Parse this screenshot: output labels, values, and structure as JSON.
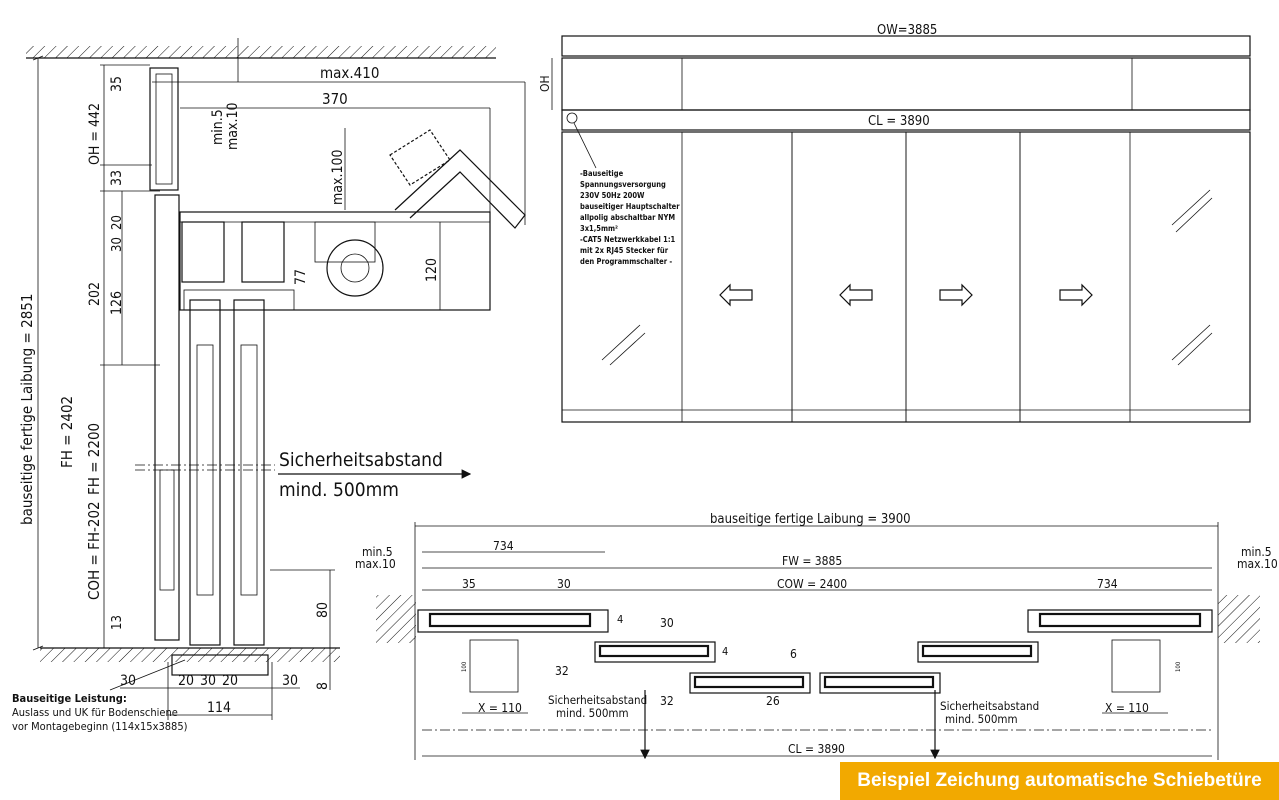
{
  "section": {
    "max410": "max.410",
    "d370": "370",
    "min5": "min.5",
    "max10": "max.10",
    "max100": "max.100",
    "d35": "35",
    "oh442": "OH = 442",
    "d33": "33",
    "d20": "20",
    "d30": "30",
    "d202": "202",
    "d126": "126",
    "d77": "77",
    "d120": "120",
    "laibung": "bauseitige fertige Laibung = 2851",
    "fh": "FH = 2402",
    "fh2200": "FH = 2200",
    "coh": "COH = FH-202",
    "d80": "80",
    "d13": "13",
    "d8": "8",
    "bottom_dims": [
      "30",
      "20",
      "30",
      "20",
      "30"
    ],
    "d114": "114",
    "safety_1": "Sicherheitsabstand",
    "safety_2": "mind. 500mm",
    "leistung": [
      "Bauseitige Leistung:",
      "Auslass und UK für Bodenschiene",
      "vor Montagebeginn (114x15x3885)"
    ]
  },
  "elevation": {
    "ow": "OW=3885",
    "oh": "OH",
    "cl": "CL = 3890",
    "power_note": [
      "-Bauseitige",
      "Spannungsversorgung",
      "230V 50Hz 200W",
      "bauseitiger Hauptschalter",
      "allpolig abschaltbar NYM",
      "3x1,5mm²",
      "-CAT5 Netzwerkkabel 1:1",
      "mit 2x RJ45 Stecker für",
      "den Programmschalter -"
    ]
  },
  "plan": {
    "laibung": "bauseitige fertige Laibung = 3900",
    "min5_l": "min.5",
    "max10_l": "max.10",
    "min5_r": "min.5",
    "max10_r": "max.10",
    "d734_l": "734",
    "fw": "FW = 3885",
    "d35": "35",
    "d30_a": "30",
    "cow": "COW = 2400",
    "d734_r": "734",
    "d4_a": "4",
    "d30_b": "30",
    "d4_b": "4",
    "d6": "6",
    "d32_a": "32",
    "d32_b": "32",
    "d26": "26",
    "x_l": "X = 110",
    "x_r": "X = 110",
    "d100_l": "100",
    "d100_r": "100",
    "safety_l_1": "Sicherheitsabstand",
    "safety_l_2": "mind. 500mm",
    "safety_r_1": "Sicherheitsabstand",
    "safety_r_2": "mind. 500mm",
    "cl": "CL = 3890"
  },
  "banner": "Beispiel Zeichung automatische Schiebetüre"
}
